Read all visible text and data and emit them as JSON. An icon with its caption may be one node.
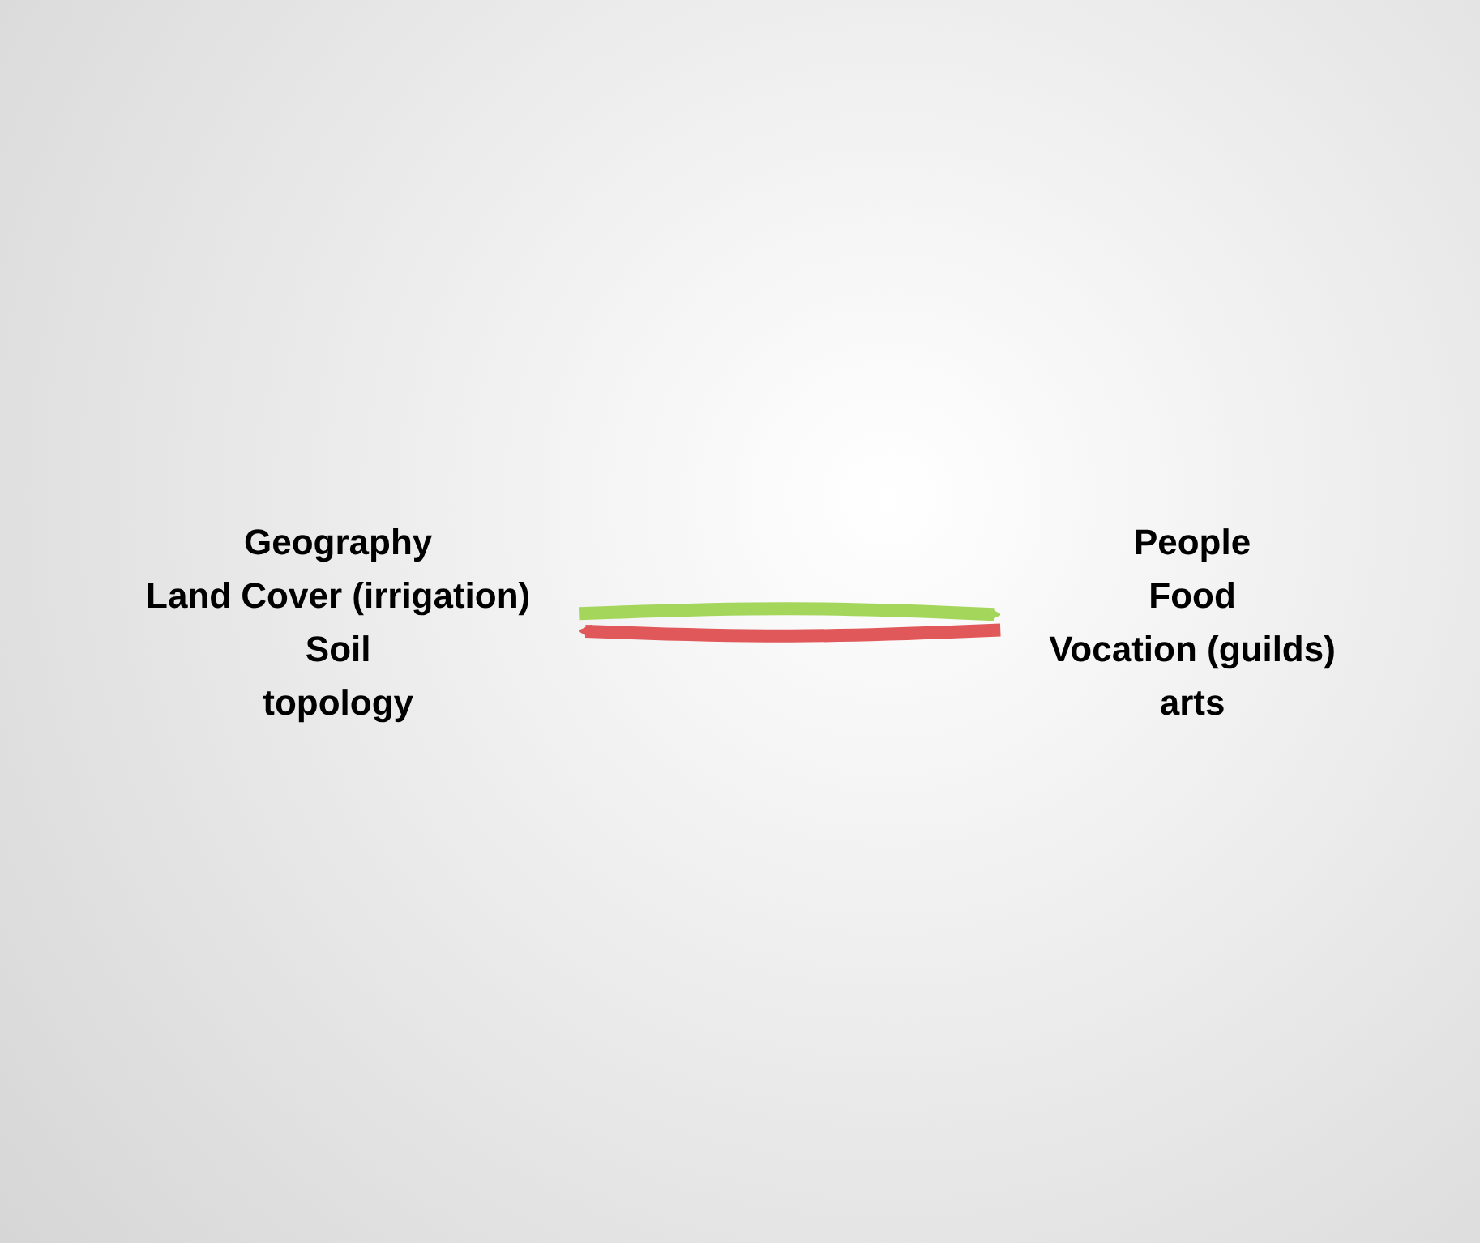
{
  "diagram": {
    "nodes": [
      {
        "text": [
          "Geography",
          "Land Cover (irrigation)",
          "Soil",
          "topology"
        ]
      },
      {
        "text": [
          "People",
          "Food",
          "Vocation (guilds)",
          "arts"
        ]
      }
    ],
    "edges": [
      {
        "from": 0,
        "to": 1,
        "arrow": "to",
        "color": "#a5d65c"
      },
      {
        "from": 1,
        "to": 0,
        "arrow": "to",
        "color": "#e0585a"
      }
    ]
  }
}
